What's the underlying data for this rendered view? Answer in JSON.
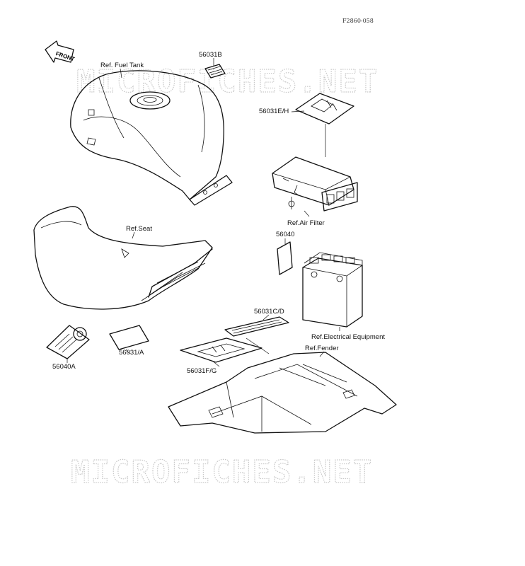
{
  "figure_code": "F2860-058",
  "watermark": "MICROFICHES.NET",
  "front_label": "FRONT",
  "labels": {
    "fuel_tank": "Ref. Fuel Tank",
    "part_56031B": "56031B",
    "part_56031EH": "56031E/H",
    "air_filter": "Ref.Air Filter",
    "seat": "Ref.Seat",
    "part_56040": "56040",
    "part_56031CD": "56031C/D",
    "electrical": "Ref.Electrical Equipment",
    "fender": "Ref.Fender",
    "part_56031FG": "56031F/G",
    "part_56031A": "56031/A",
    "part_56040A": "56040A"
  }
}
